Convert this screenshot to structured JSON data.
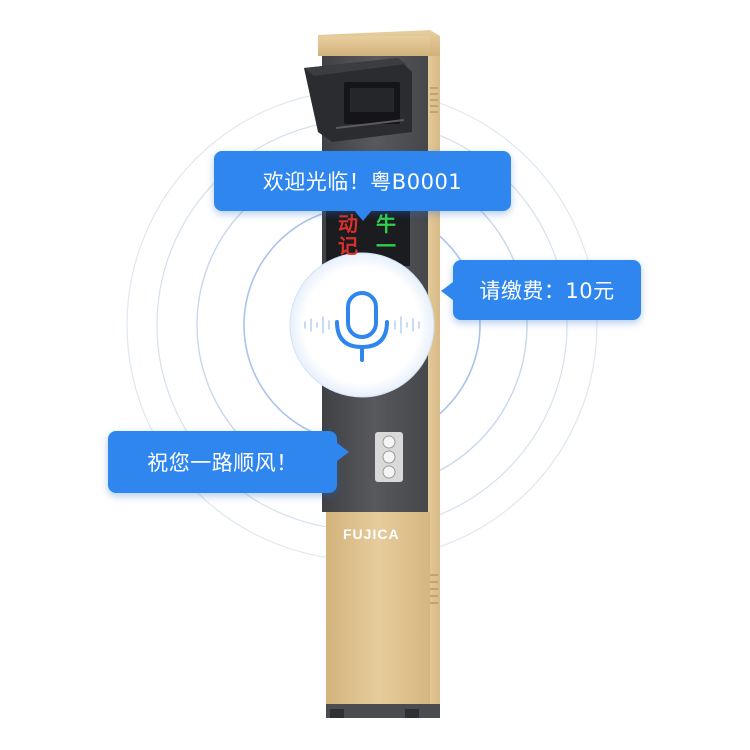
{
  "bubbles": {
    "welcome": "欢迎光临！粤B0001",
    "fee": "请缴费：10元",
    "farewell": "祝您一路顺风！"
  },
  "led_display": {
    "left_top": "动",
    "left_bottom": "记",
    "right_top": "牛",
    "right_bottom": "一"
  },
  "brand": {
    "logo_text": "FUJICA"
  },
  "icons": {
    "center": "microphone-icon"
  },
  "colors": {
    "bubble": "#2f86ee",
    "pillar_gold": "#d9bb86",
    "panel_dark": "#4a4c50",
    "led_red": "#d8302a",
    "led_green": "#2fd14a"
  }
}
